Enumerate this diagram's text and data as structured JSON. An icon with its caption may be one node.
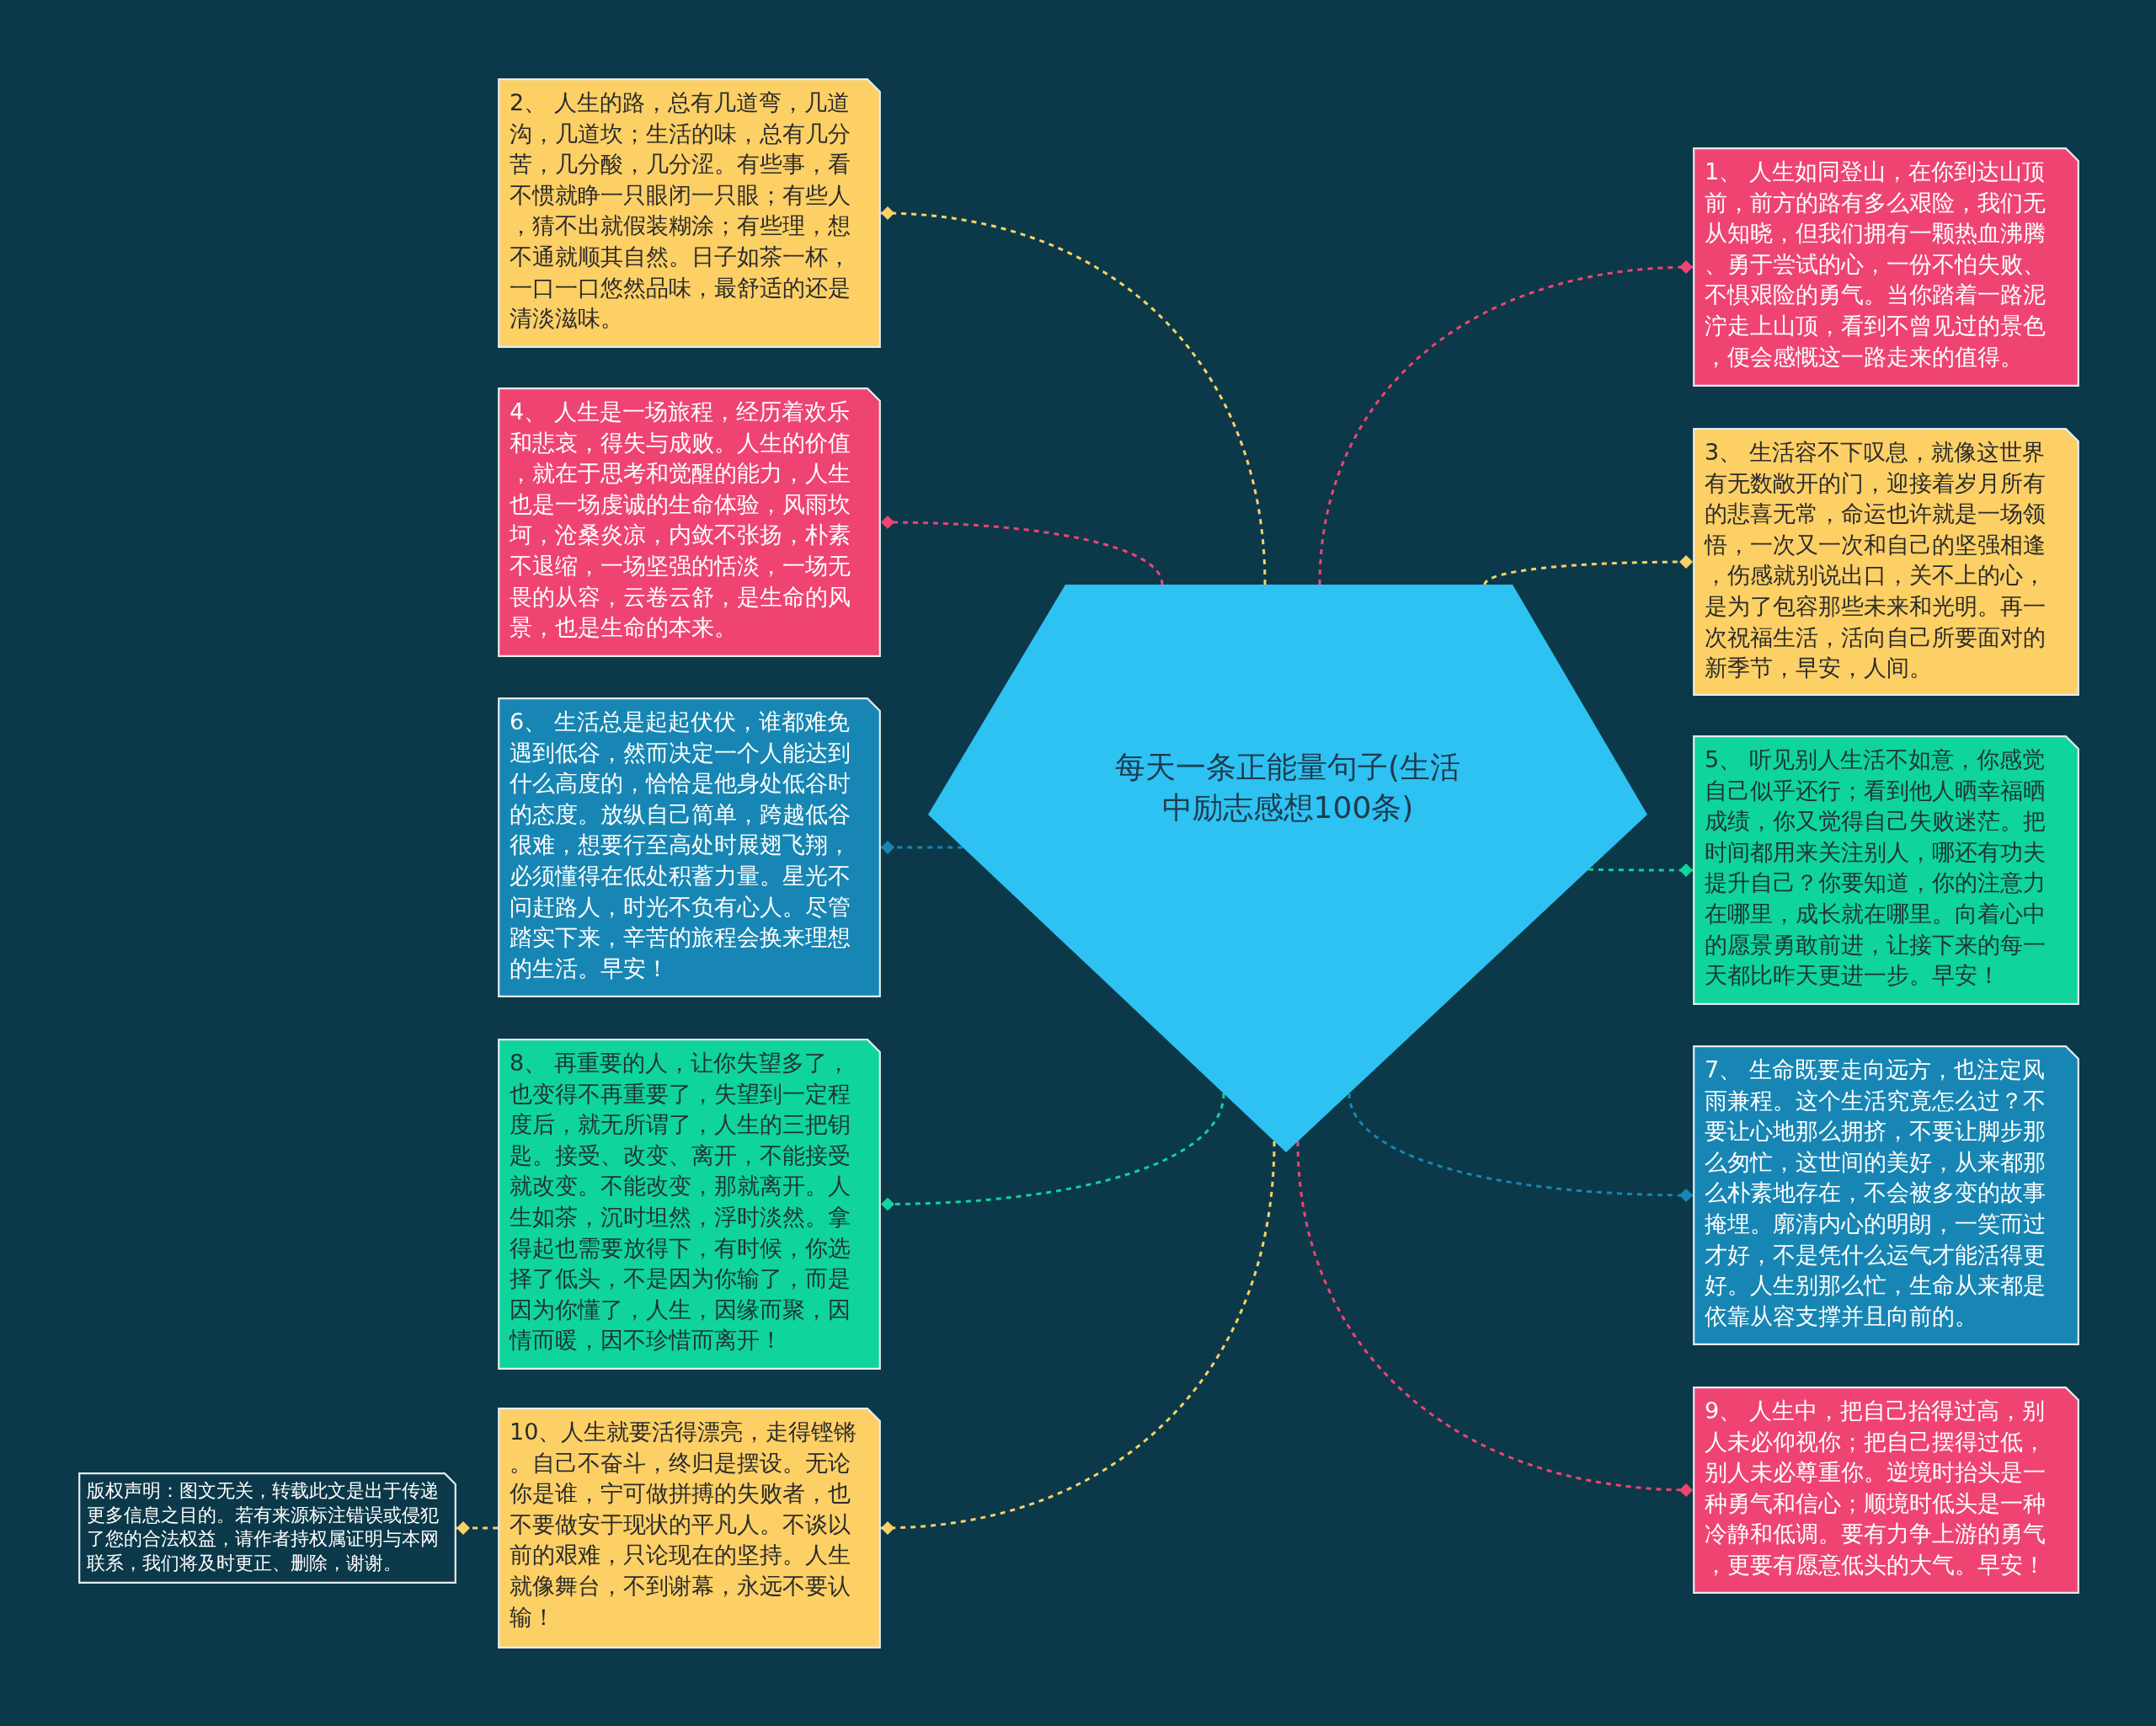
{
  "diagram": {
    "nodes": [
      {
        "text": [
          "每天一条正能量句子(生活中励志感想100条)"
        ]
      },
      {
        "text": [
          "1、 人生如同登山，在你到达山顶前，前方的路有多么艰险，我们无从知晓，但我们拥有一颗热血沸腾、勇于尝试的心，一份不怕失败、不惧艰险的勇气。当你踏着一路泥泞走上山顶，看到不曾见过的景色，便会感慨这一路走来的值得。"
        ]
      },
      {
        "text": [
          "2、 人生的路，总有几道弯，几道沟，几道坎；生活的味，总有几分苦，几分酸，几分涩。有些事，看不惯就睁一只眼闭一只眼；有些人，猜不出就假装糊涂；有些理，想不通就顺其自然。日子如茶一杯，一口一口悠然品味，最舒适的还是清淡滋味。"
        ]
      },
      {
        "text": [
          "3、 生活容不下叹息，就像这世界有无数敞开的门，迎接着岁月所有的悲喜无常，命运也许就是一场领悟，一次又一次和自己的坚强相逢，伤感就别说出口，关不上的心，是为了包容那些未来和光明。再一次祝福生活，活向自己所要面对的新季节，早安，人间。"
        ]
      },
      {
        "text": [
          "4、 人生是一场旅程，经历着欢乐和悲哀，得失与成败。人生的价值，就在于思考和觉醒的能力，人生也是一场虔诚的生命体验，风雨坎坷，沧桑炎凉，内敛不张扬，朴素不退缩，一场坚强的恬淡，一场无畏的从容，云卷云舒，是生命的风景，也是生命的本来。"
        ]
      },
      {
        "text": [
          "5、 听见别人生活不如意，你感觉自己似乎还行；看到他人晒幸福晒成绩，你又觉得自己失败迷茫。把时间都用来关注别人，哪还有功夫提升自己？你要知道，你的注意力在哪里，成长就在哪里。向着心中的愿景勇敢前进，让接下来的每一天都比昨天更进一步。早安！"
        ]
      },
      {
        "text": [
          "6、 生活总是起起伏伏，谁都难免遇到低谷，然而决定一个人能达到什么高度的，恰恰是他身处低谷时的态度。放纵自己简单，跨越低谷很难，想要行至高处时展翅飞翔，必须懂得在低处积蓄力量。星光不问赶路人，时光不负有心人。尽管踏实下来，辛苦的旅程会换来理想的生活。早安！"
        ]
      },
      {
        "text": [
          "7、 生命既要走向远方，也注定风雨兼程。这个生活究竟怎么过？不要让心地那么拥挤，不要让脚步那么匆忙，这世间的美好，从来都那么朴素地存在，不会被多变的故事掩埋。廓清内心的明朗，一笑而过才好，不是凭什么运气才能活得更好。人生别那么忙，生命从来都是依靠从容支撑并且向前的。"
        ]
      },
      {
        "text": [
          "8、 再重要的人，让你失望多了，也变得不再重要了，失望到一定程度后，就无所谓了，人生的三把钥匙。接受、改变、离开，不能接受就改变。不能改变，那就离开。人生如茶，沉时坦然，浮时淡然。拿得起也需要放得下，有时候，你选择了低头，不是因为你输了，而是因为你懂了，人生，因缘而聚，因情而暖，因不珍惜而离开！"
        ]
      },
      {
        "text": [
          "9、 人生中，把自己抬得过高，别人未必仰视你；把自己摆得过低，别人未必尊重你。逆境时抬头是一种勇气和信心；顺境时低头是一种冷静和低调。要有力争上游的勇气，更要有愿意低头的大气。早安！"
        ]
      },
      {
        "text": [
          "10、人生就要活得漂亮，走得铿锵。自己不奋斗，终归是摆设。无论你是谁，宁可做拼搏的失败者，也不要做安于现状的平凡人。不谈以前的艰难，只论现在的坚持。人生就像舞台，不到谢幕，永远不要认输！"
        ]
      },
      {
        "text": [
          "版权声明：图文无关，转载此文是出于传递更多信息之目的。若有来源标注错误或侵犯了您的合法权益，请作者持权属证明与本网联系，我们将及时更正、删除，谢谢。"
        ]
      }
    ],
    "edges": [
      {
        "from": 0,
        "to": 1,
        "arrow": "other",
        "style": "dashed",
        "color": "#ef4472"
      },
      {
        "from": 0,
        "to": 2,
        "arrow": "other",
        "style": "dashed",
        "color": "#fdd066"
      },
      {
        "from": 0,
        "to": 3,
        "arrow": "other",
        "style": "dashed",
        "color": "#fdd066"
      },
      {
        "from": 0,
        "to": 4,
        "arrow": "other",
        "style": "dashed",
        "color": "#ef4472"
      },
      {
        "from": 0,
        "to": 5,
        "arrow": "other",
        "style": "dashed",
        "color": "#0fd49b"
      },
      {
        "from": 0,
        "to": 6,
        "arrow": "other",
        "style": "dashed",
        "color": "#1786b4"
      },
      {
        "from": 0,
        "to": 7,
        "arrow": "other",
        "style": "dashed",
        "color": "#1786b4"
      },
      {
        "from": 0,
        "to": 8,
        "arrow": "other",
        "style": "dashed",
        "color": "#0fd49b"
      },
      {
        "from": 0,
        "to": 9,
        "arrow": "other",
        "style": "dashed",
        "color": "#ef4472"
      },
      {
        "from": 0,
        "to": 10,
        "arrow": "other",
        "style": "dashed",
        "color": "#fdd066"
      },
      {
        "from": 10,
        "to": 11,
        "arrow": "other",
        "style": "dashed",
        "color": "#fdd066"
      }
    ]
  }
}
